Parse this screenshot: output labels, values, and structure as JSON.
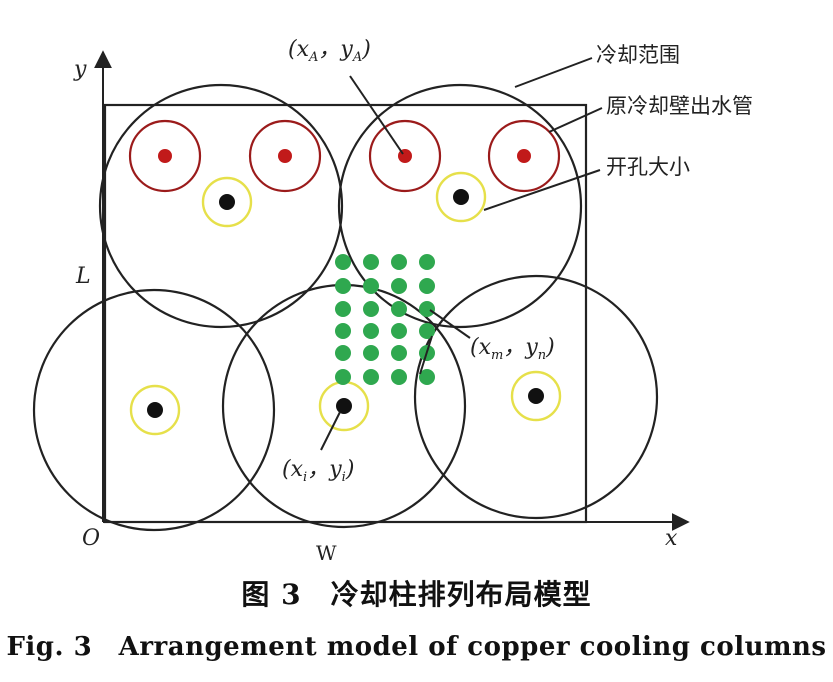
{
  "axes": {
    "x": "x",
    "y": "y",
    "origin": "O",
    "length": "L",
    "width": "W"
  },
  "points": {
    "a": {
      "var": "x",
      "sub": "A",
      "var2": "y",
      "sub2": "A",
      "sep": "，"
    },
    "m": {
      "var": "x",
      "sub": "m",
      "var2": "y",
      "sub2": "n",
      "sep": "，"
    },
    "i": {
      "var": "x",
      "sub": "i",
      "var2": "y",
      "sub2": "i",
      "sep": "，"
    }
  },
  "labels": {
    "cooling_range": "冷却范围",
    "original_pipe": "原冷却壁出水管",
    "hole_size": "开孔大小"
  },
  "caption": {
    "zh": "图 3　冷却柱排列布局模型",
    "en": "Fig. 3　Arrangement model of copper cooling columns"
  },
  "colors": {
    "pipe": "#9b1b1b",
    "hole_ring": "#e6e04a",
    "grid_dot": "#2fa84f",
    "line": "#222222"
  }
}
